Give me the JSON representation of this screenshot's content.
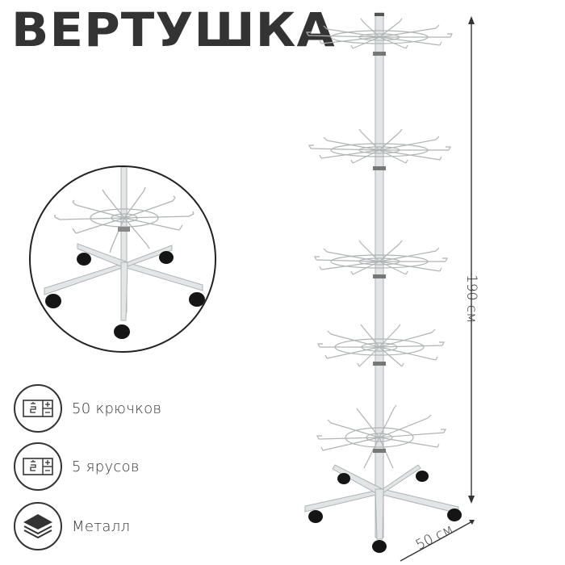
{
  "title": "ВЕРТУШКА",
  "features": [
    {
      "icon": "hooks-count-icon",
      "label": "50 крючков"
    },
    {
      "icon": "tiers-count-icon",
      "label": "5 ярусов"
    },
    {
      "icon": "material-layers-icon",
      "label": "Металл"
    }
  ],
  "dimensions": {
    "height": "190 см",
    "base_width": "50 см"
  },
  "colors": {
    "text": "#333333",
    "metal": "#d9dcdc",
    "metal_shade": "#aeb3b3",
    "wheel": "#1a1a1a"
  },
  "product": {
    "tiers": 5,
    "hooks_per_tier": 10,
    "base_legs": 5
  }
}
